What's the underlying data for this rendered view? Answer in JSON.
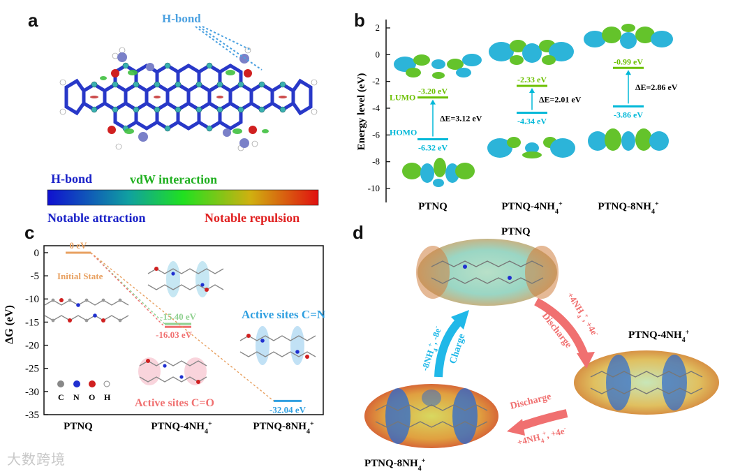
{
  "panels": {
    "a": "a",
    "b": "b",
    "c": "c",
    "d": "d"
  },
  "panel_a": {
    "hbond_callout": "H-bond",
    "legend_left": "H-bond",
    "legend_mid": "vdW interaction",
    "legend_attr": "Notable attraction",
    "legend_rep": "Notable repulsion"
  },
  "panel_b": {
    "ylabel": "Energy level (eV)",
    "yticks": [
      "2",
      "0",
      "-2",
      "-4",
      "-6",
      "-8",
      "-10"
    ],
    "ylim": [
      -10.5,
      2.3
    ],
    "molecules": [
      {
        "name": "PTNQ",
        "lumo": -3.2,
        "homo": -6.32,
        "lumo_label": "-3.20 eV",
        "homo_label": "-6.32 eV",
        "gap_label": "ΔE=3.12 eV"
      },
      {
        "name": "PTNQ-4NH",
        "lumo": -2.33,
        "homo": -4.34,
        "lumo_label": "-2.33 eV",
        "homo_label": "-4.34 eV",
        "gap_label": "ΔE=2.01 eV"
      },
      {
        "name": "PTNQ-8NH",
        "lumo": -0.99,
        "homo": -3.86,
        "lumo_label": "-0.99 eV",
        "homo_label": "-3.86 eV",
        "gap_label": "ΔE=2.86 eV"
      }
    ],
    "lumo_tag": "LUMO",
    "homo_tag": "HOMO",
    "sub": "4",
    "sup": "+",
    "lumo_color": "#6cc000",
    "homo_color": "#00b8d8"
  },
  "chart_data": {
    "type": "line",
    "ylabel": "ΔG (eV)",
    "yticks": [
      "0",
      "-5",
      "-10",
      "-15",
      "-20",
      "-25",
      "-30",
      "-35"
    ],
    "ylim": [
      -35,
      1.5
    ],
    "categories": [
      "PTNQ",
      "PTNQ-4NH4+",
      "PTNQ-8NH4+"
    ],
    "levels": [
      {
        "state": "PTNQ",
        "value": 0,
        "label": "0 eV",
        "color": "#e8a060"
      },
      {
        "state": "PTNQ-4NH4+",
        "value": -15.4,
        "label": "-15.40 eV",
        "color": "#8fd08f"
      },
      {
        "state": "PTNQ-4NH4+",
        "value": -16.03,
        "label": "-16.03 eV",
        "color": "#f07070"
      },
      {
        "state": "PTNQ-8NH4+",
        "value": -32.04,
        "label": "-32.04 eV",
        "color": "#2f9fe0"
      }
    ],
    "annotations": {
      "initial": "Initial State",
      "sites_cn": "Active sites C=N",
      "sites_co": "Active sites C=O"
    },
    "atom_legend": [
      "C",
      "N",
      "O",
      "H"
    ]
  },
  "panel_d": {
    "ptnq": "PTNQ",
    "ptnq4": "PTNQ-4NH",
    "ptnq8": "PTNQ-8NH",
    "discharge": "Discharge",
    "charge": "Charge",
    "react1": "+4NH",
    "react1b": ", +4e",
    "react2": "+4NH",
    "react2b": ", +4e",
    "react3": "-8NH",
    "react3b": ", -8e",
    "sub": "4",
    "sup": "+",
    "esup": "-"
  },
  "watermark": "大数跨境"
}
